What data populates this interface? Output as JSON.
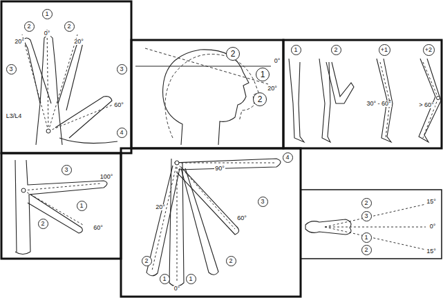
{
  "diagram": {
    "nodes": [
      {
        "text": [
          "1"
        ]
      },
      {
        "text": [
          "2"
        ]
      },
      {
        "text": [
          "2"
        ]
      },
      {
        "text": [
          "3"
        ]
      },
      {
        "text": [
          "3"
        ]
      },
      {
        "text": [
          "4"
        ]
      },
      {
        "text": [
          "2"
        ]
      },
      {
        "text": [
          "1"
        ]
      },
      {
        "text": [
          "2"
        ]
      },
      {
        "text": [
          "1"
        ]
      },
      {
        "text": [
          "2"
        ]
      },
      {
        "text": [
          "+1"
        ]
      },
      {
        "text": [
          "+2"
        ]
      },
      {
        "text": [
          "3"
        ]
      },
      {
        "text": [
          "1"
        ]
      },
      {
        "text": [
          "2"
        ]
      },
      {
        "text": [
          "4"
        ]
      },
      {
        "text": [
          "3"
        ]
      },
      {
        "text": [
          "2"
        ]
      },
      {
        "text": [
          "1"
        ]
      },
      {
        "text": [
          "1"
        ]
      },
      {
        "text": [
          "2"
        ]
      },
      {
        "text": [
          "2"
        ]
      },
      {
        "text": [
          "3"
        ]
      },
      {
        "text": [
          "1"
        ]
      },
      {
        "text": [
          "2"
        ]
      }
    ],
    "labels": [
      "20°",
      "0°",
      "20°",
      "60°",
      "L3/L4",
      "0°",
      "20°",
      "30° - 60°",
      "> 60°",
      "100°",
      "60°",
      "90°",
      "20°",
      "60°",
      "0°",
      "15°",
      "0°",
      "15°"
    ]
  }
}
